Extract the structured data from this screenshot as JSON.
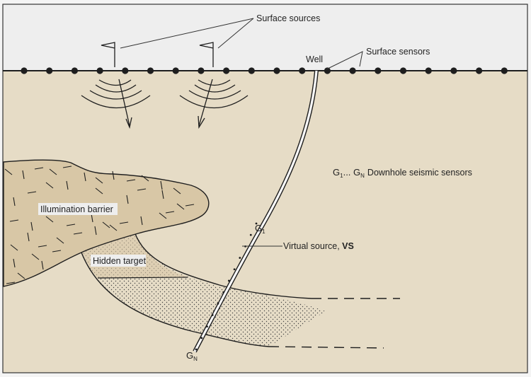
{
  "labels": {
    "surface_sources": "Surface sources",
    "surface_sensors": "Surface sensors",
    "well": "Well",
    "downhole_g1": "G",
    "downhole_g1_sub": "1",
    "downhole_ellipsis": "... G",
    "downhole_gn_sub": "N",
    "downhole_desc": "Downhole seismic sensors",
    "illumination_barrier": "Illumination barrier",
    "hidden_target": "Hidden target",
    "g1": "G",
    "g1_sub": "1",
    "gn": "G",
    "gn_sub": "N",
    "virtual_source": "Virtual source, ",
    "vs": "VS"
  },
  "colors": {
    "sky": "#eeeeee",
    "ground": "#e6dcc6",
    "barrier": "#d8c7a6",
    "ink": "#1e1e1e"
  }
}
